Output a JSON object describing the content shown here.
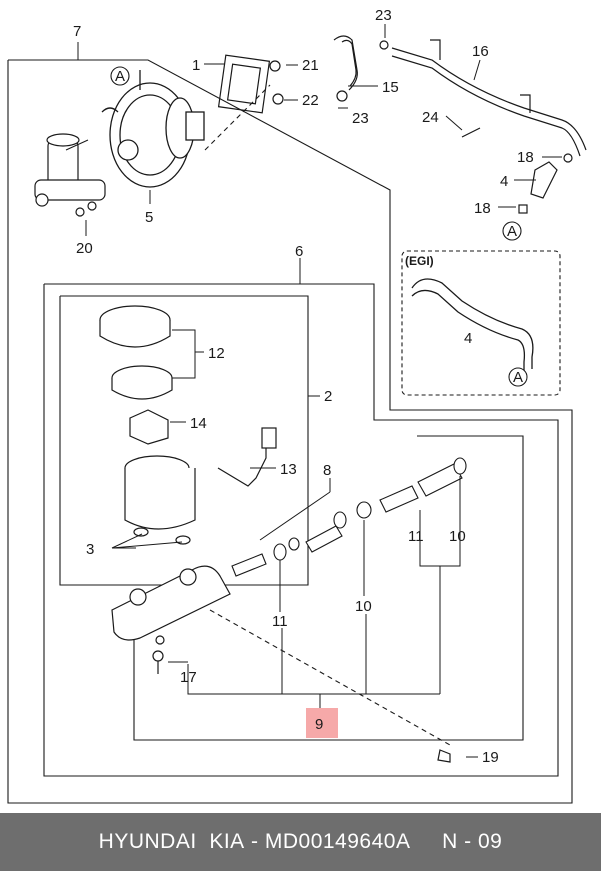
{
  "callouts": {
    "c1": "1",
    "c2": "2",
    "c3": "3",
    "c4a": "4",
    "c4b": "4",
    "c5": "5",
    "c6": "6",
    "c7": "7",
    "c8": "8",
    "c9": "9",
    "c10a": "10",
    "c10b": "10",
    "c11a": "11",
    "c11b": "11",
    "c12": "12",
    "c13": "13",
    "c14": "14",
    "c15": "15",
    "c16": "16",
    "c17": "17",
    "c18a": "18",
    "c18b": "18",
    "c19": "19",
    "c20": "20",
    "c21": "21",
    "c22": "22",
    "c23a": "23",
    "c23b": "23",
    "c24": "24"
  },
  "ref_marks": {
    "a1": "A",
    "a2": "A",
    "a3": "A"
  },
  "egi_label": "(EGI)",
  "highlight_color": "#f59a9a",
  "footer": {
    "brand": "HYUNDAI  KIA",
    "sep": " - ",
    "part_number": "MD00149640A",
    "page_ref": "N - 09"
  }
}
